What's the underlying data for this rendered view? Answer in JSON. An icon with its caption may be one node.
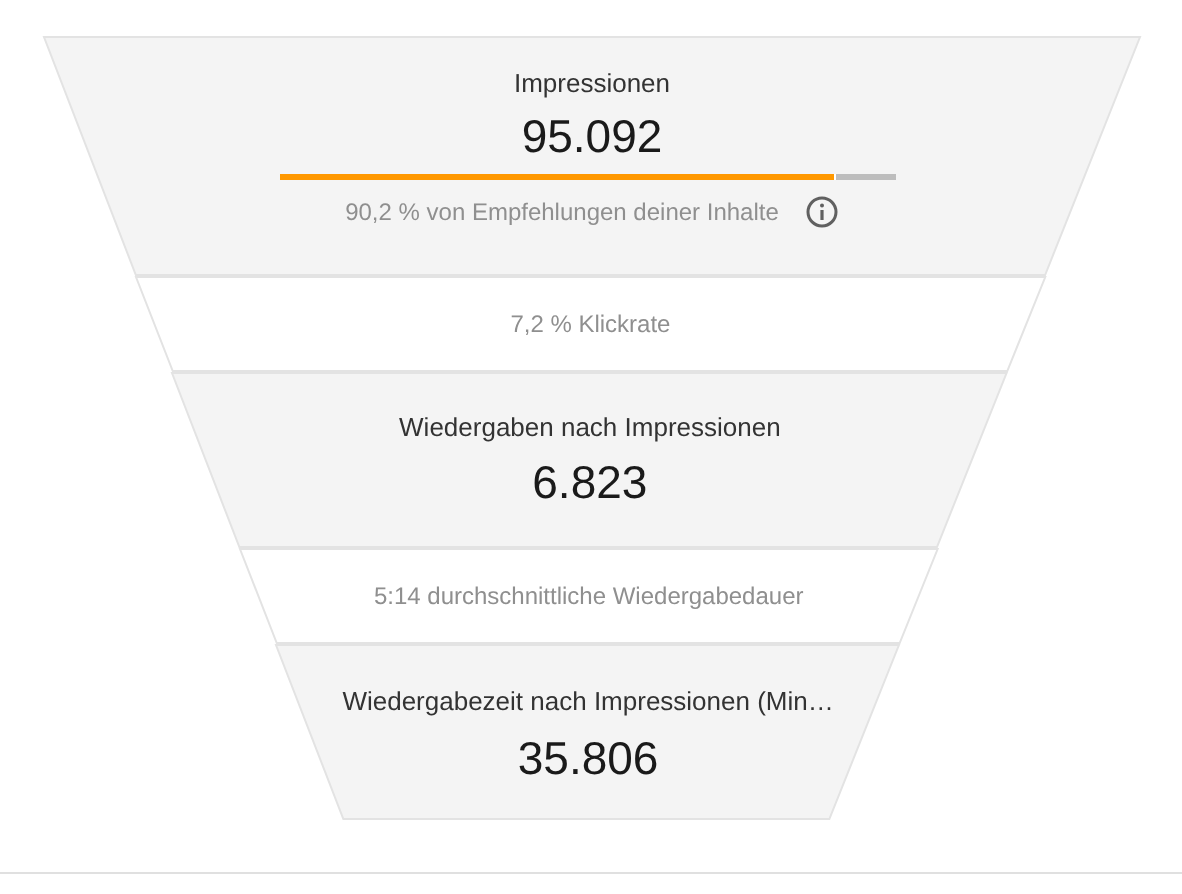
{
  "diagram": {
    "nodes": [
      {
        "text": [
          "Impressionen",
          "95.092",
          "90,2 % von Empfehlungen deiner Inhalte"
        ]
      },
      {
        "text": [
          "7,2 % Klickrate"
        ]
      },
      {
        "text": [
          "Wiedergaben nach Impressionen",
          "6.823"
        ]
      },
      {
        "text": [
          "5:14 durchschnittliche Wiedergabedauer"
        ]
      },
      {
        "text": [
          "Wiedergabezeit nach Impressionen (Min…",
          "35.806"
        ]
      }
    ]
  }
}
